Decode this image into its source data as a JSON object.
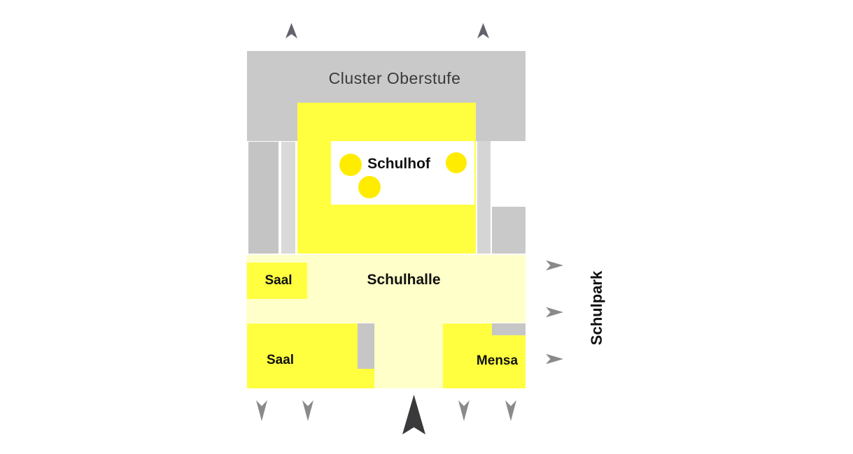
{
  "diagram": {
    "type": "school-site-plan",
    "labels": {
      "cluster": "Cluster Oberstufe",
      "schulhof": "Schulhof",
      "schulhalle": "Schulhalle",
      "saal_upper": "Saal",
      "saal_lower": "Saal",
      "mensa": "Mensa",
      "schulpark": "Schulpark"
    },
    "trees": {
      "count": 3,
      "icon": "tree-icon"
    },
    "arrows": {
      "top_entrances_up": 2,
      "right_exits_to_schulpark": 3,
      "bottom_entrances_down": 4,
      "north_indicator": 1
    },
    "colors": {
      "building_yellow": "#ffff40",
      "hall_light_yellow": "#ffffc9",
      "tree_yellow": "#ffec00",
      "gray_band": "#c9c9c9",
      "gray_block": "#c4c4c4",
      "gray_strip_left": "#d9d9d9",
      "gray_strip_right": "#d5d5d5",
      "gray_annex": "#c6c6c6",
      "arrow_gray": "#8a8a8a",
      "arrow_dark": "#63636b",
      "north_arrow": "#3a3a3c",
      "label_dark": "#3a3a3a",
      "label_black": "#111111",
      "courtyard_white": "#ffffff"
    }
  }
}
